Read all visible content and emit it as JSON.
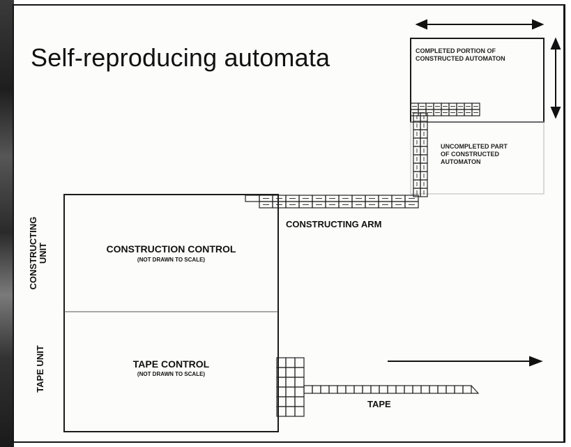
{
  "title": "Self-reproducing automata",
  "labels": {
    "constructing_unit": [
      "CONSTRUCTING",
      "UNIT"
    ],
    "tape_unit": "TAPE UNIT",
    "construction_control": "CONSTRUCTION CONTROL",
    "construction_control_note": "(NOT DRAWN TO SCALE)",
    "tape_control": "TAPE CONTROL",
    "tape_control_note": "(NOT DRAWN TO SCALE)",
    "constructing_arm": "CONSTRUCTING ARM",
    "tape": "TAPE",
    "completed_portion": [
      "COMPLETED PORTION OF",
      "CONSTRUCTED AUTOMATON"
    ],
    "uncompleted_part": [
      "UNCOMPLETED PART",
      "OF CONSTRUCTED",
      "AUTOMATON"
    ]
  }
}
